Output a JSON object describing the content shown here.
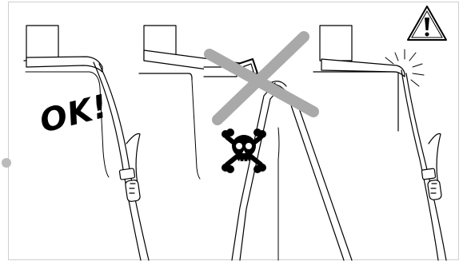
{
  "illustration": {
    "panels": [
      {
        "id": "correct",
        "verdict_text": "OK!"
      },
      {
        "id": "incorrect",
        "symbol": "skull-and-crossbones-icon",
        "mark": "cross-out-icon"
      },
      {
        "id": "warning",
        "symbol": "warning-triangle-icon"
      }
    ],
    "colors": {
      "ink": "#000000",
      "cross": "#a9a9a9",
      "background": "#ffffff",
      "panel_border": "#cfcfcf"
    }
  }
}
